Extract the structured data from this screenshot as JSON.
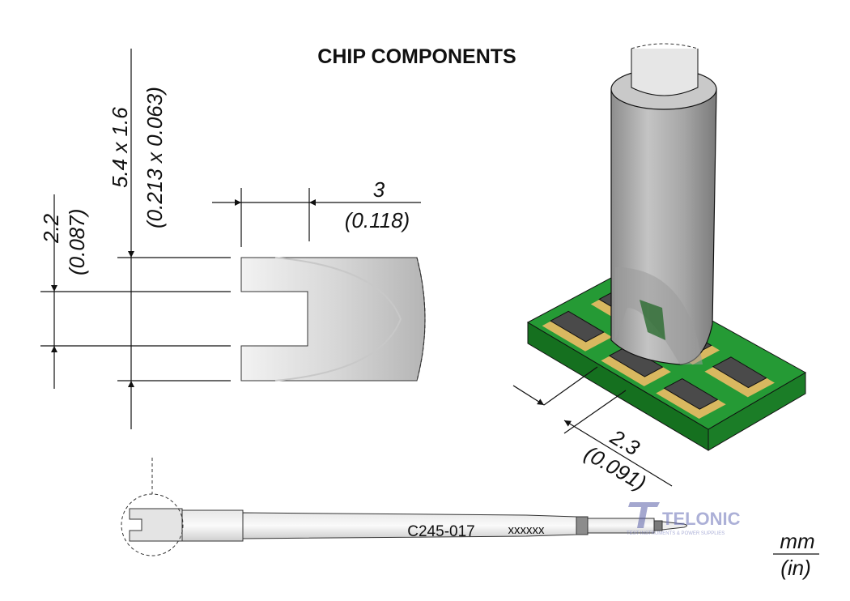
{
  "title": "CHIP COMPONENTS",
  "dimensions": {
    "slot_width": {
      "mm": "2.2",
      "in": "(0.087)"
    },
    "tip_size": {
      "mm": "5.4 x 1.6",
      "in": "(0.213 x 0.063)"
    },
    "slot_depth": {
      "mm": "3",
      "in": "(0.118)"
    },
    "pitch": {
      "mm": "2.3",
      "in": "(0.091)"
    }
  },
  "tip": {
    "part_number": "C245-017",
    "code": "xxxxxx"
  },
  "units": {
    "primary": "mm",
    "secondary": "(in)"
  },
  "watermark": {
    "brand": "TELONIC",
    "tagline": "TEST INSTRUMENTS & POWER SUPPLIES"
  },
  "colors": {
    "pcb": "#1f8a2e",
    "pad": "#d9b860",
    "metal": "#a8a8a8"
  }
}
